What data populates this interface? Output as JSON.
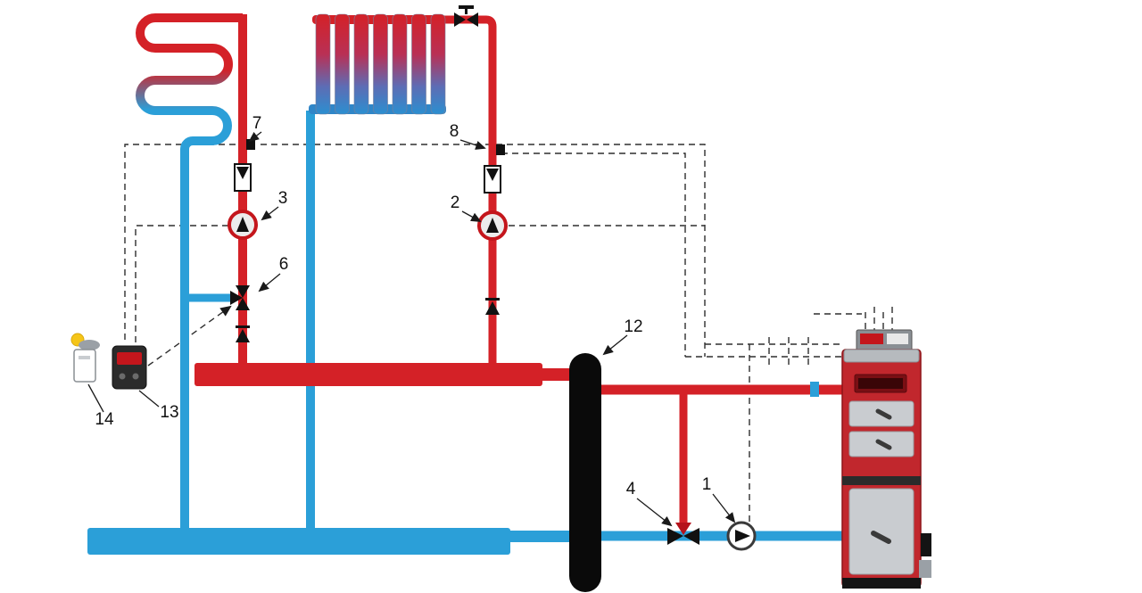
{
  "diagram": {
    "title": "Two-circuit heating system piping diagram with boiler, hydraulic separator, floor heating and radiator",
    "colors": {
      "supply": "#d42127",
      "return": "#2b9fd8",
      "separator": "#0a0a0a",
      "boiler_body": "#c1272d",
      "boiler_panel": "#c9ccd0",
      "label": "#111111"
    },
    "labels": {
      "pump_boiler": "1",
      "pump_radiator": "2",
      "pump_floor": "3",
      "valve_boiler": "4",
      "valve_mixing": "6",
      "sensor_floor": "7",
      "sensor_radiator": "8",
      "separator": "12",
      "controller": "13",
      "outdoor_sensor": "14"
    },
    "components": [
      {
        "id": "1",
        "name": "boiler-circuit-pump"
      },
      {
        "id": "2",
        "name": "radiator-circuit-pump"
      },
      {
        "id": "3",
        "name": "floor-circuit-pump"
      },
      {
        "id": "4",
        "name": "three-way-valve-boiler-return"
      },
      {
        "id": "6",
        "name": "three-way-mixing-valve-floor"
      },
      {
        "id": "7",
        "name": "pipe-temperature-sensor-floor"
      },
      {
        "id": "8",
        "name": "pipe-temperature-sensor-radiator"
      },
      {
        "id": "12",
        "name": "hydraulic-separator"
      },
      {
        "id": "13",
        "name": "heating-controller"
      },
      {
        "id": "14",
        "name": "outdoor-weather-sensor"
      }
    ]
  }
}
